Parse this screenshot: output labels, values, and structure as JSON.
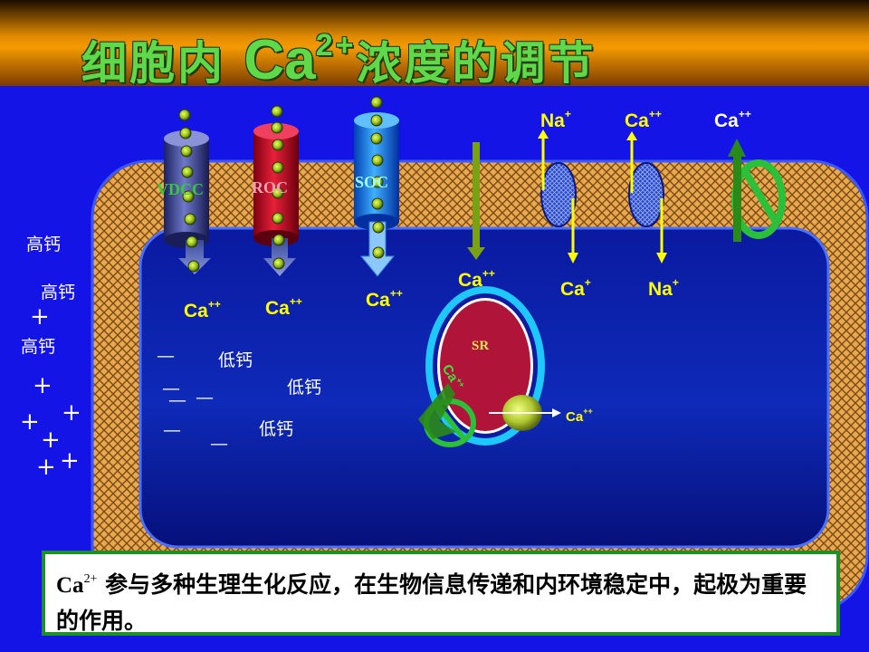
{
  "title": {
    "prefix": "细胞内 ",
    "ca": "Ca",
    "sup": "2+",
    "suffix": "浓度的调节"
  },
  "channels": {
    "vdcc": "VDCC",
    "roc": "ROC",
    "soc": "SOC",
    "sr": "SR"
  },
  "ion_labels": {
    "ca_vdcc": "Ca",
    "ca_vdcc_sup": "++",
    "ca_roc": "Ca",
    "ca_roc_sup": "++",
    "ca_soc": "Ca",
    "ca_soc_sup": "++",
    "ca_pump_in": "Ca",
    "ca_pump_in_sup": "++",
    "na_out": "Na",
    "na_out_sup": "+",
    "ca_out_exch": "Ca",
    "ca_out_exch_sup": "++",
    "ca_out_pump": "Ca",
    "ca_out_pump_sup": "++",
    "ca_in_exch": "Ca",
    "ca_in_exch_sup": "+",
    "na_in": "Na",
    "na_in_sup": "+",
    "sr_ca": "Ca",
    "sr_ca_sup": "++",
    "sr_release": "Ca",
    "sr_release_sup": "++"
  },
  "outside_labels": {
    "high1": "高钙",
    "high2": "高钙",
    "high3": "高钙"
  },
  "inside_labels": {
    "low1": "低钙",
    "low2": "低钙",
    "low3": "低钙"
  },
  "signs": {
    "plus": "+",
    "minus": "—"
  },
  "info": {
    "ca": "Ca",
    "sup": "2+",
    "text": " 参与多种生理生化反应，在生物信息传递和内环境稳定中，起极为重要的作用。"
  },
  "colors": {
    "background": "#1414e6",
    "title": "#5fd84a",
    "label": "#ffff00",
    "membrane": "#e8a84e",
    "cytoplasm": "#0b1e9a",
    "sr": "#b01438",
    "info_border": "#1f8f2a"
  }
}
